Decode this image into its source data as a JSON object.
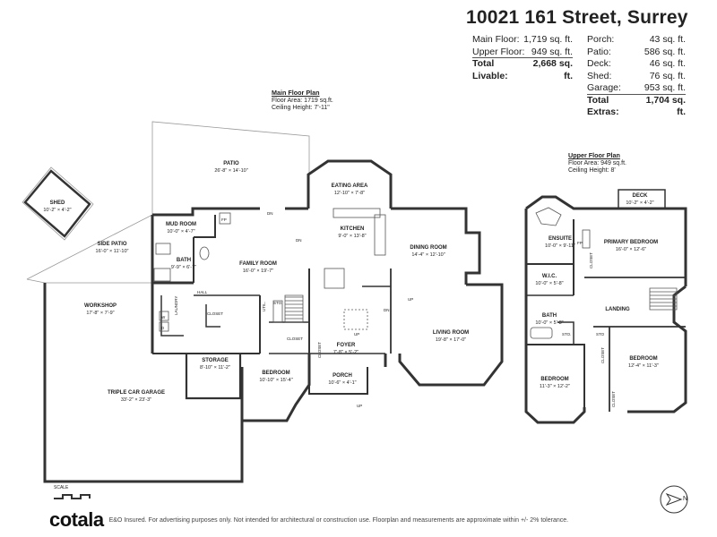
{
  "header": {
    "address": "10021 161 Street, Surrey",
    "floors": [
      {
        "label": "Main Floor:",
        "value": "1,719 sq. ft."
      },
      {
        "label": "Upper Floor:",
        "value": "949 sq. ft."
      }
    ],
    "total_livable": {
      "label": "Total Livable:",
      "value": "2,668 sq. ft."
    },
    "extras": [
      {
        "label": "Porch:",
        "value": "43 sq. ft."
      },
      {
        "label": "Patio:",
        "value": "586 sq. ft."
      },
      {
        "label": "Deck:",
        "value": "46 sq. ft."
      },
      {
        "label": "Shed:",
        "value": "76 sq. ft."
      },
      {
        "label": "Garage:",
        "value": "953 sq. ft."
      }
    ],
    "total_extras": {
      "label": "Total Extras:",
      "value": "1,704 sq. ft."
    }
  },
  "main_floor": {
    "heading": "Main Floor Plan",
    "area": "Floor Area: 1719 sq.ft.",
    "ceiling": "Ceiling Height: 7'-11\""
  },
  "upper_floor": {
    "heading": "Upper Floor Plan",
    "area": "Floor Area: 949 sq.ft.",
    "ceiling": "Ceiling Height: 8'"
  },
  "rooms": {
    "shed": {
      "name": "SHED",
      "dim": "10'-2\" × 4'-2\""
    },
    "patio": {
      "name": "PATIO",
      "dim": "26'-8\" × 14'-10\""
    },
    "side_patio": {
      "name": "SIDE PATIO",
      "dim": "16'-0\" × 11'-10\""
    },
    "mud_room": {
      "name": "MUD ROOM",
      "dim": "10'-0\" × 4'-7\""
    },
    "bath_main": {
      "name": "BATH",
      "dim": "9'-9\" × 6'-7\""
    },
    "family_room": {
      "name": "FAMILY ROOM",
      "dim": "16'-0\" × 19'-7\""
    },
    "eating_area": {
      "name": "EATING AREA",
      "dim": "12'-10\" × 7'-8\""
    },
    "kitchen": {
      "name": "KITCHEN",
      "dim": "9'-0\" × 13'-8\""
    },
    "dining_room": {
      "name": "DINING ROOM",
      "dim": "14'-4\" × 12'-10\""
    },
    "living_room": {
      "name": "LIVING ROOM",
      "dim": "19'-8\" × 17'-0\""
    },
    "workshop": {
      "name": "WORKSHOP",
      "dim": "17'-8\" × 7'-9\""
    },
    "storage": {
      "name": "STORAGE",
      "dim": "8'-10\" × 11'-2\""
    },
    "garage": {
      "name": "TRIPLE CAR GARAGE",
      "dim": "33'-2\" × 23'-3\""
    },
    "bedroom_main": {
      "name": "BEDROOM",
      "dim": "10'-10\" × 15'-4\""
    },
    "foyer": {
      "name": "FOYER",
      "dim": "7'-8\" × 5'-2\""
    },
    "porch": {
      "name": "PORCH",
      "dim": "10'-6\" × 4'-1\""
    },
    "deck": {
      "name": "DECK",
      "dim": "10'-2\" × 4'-2\""
    },
    "ensuite": {
      "name": "ENSUITE",
      "dim": "10'-0\" × 9'-11\""
    },
    "primary_bedroom": {
      "name": "PRIMARY BEDROOM",
      "dim": "16'-0\" × 12'-6\""
    },
    "wic": {
      "name": "W.I.C.",
      "dim": "10'-0\" × 5'-8\""
    },
    "landing": {
      "name": "LANDING",
      "dim": ""
    },
    "bath_upper": {
      "name": "BATH",
      "dim": "10'-0\" × 5'-8\""
    },
    "bedroom_upper_1": {
      "name": "BEDROOM",
      "dim": "11'-3\" × 12'-2\""
    },
    "bedroom_upper_2": {
      "name": "BEDROOM",
      "dim": "12'-4\" × 11'-3\""
    }
  },
  "small_labels": {
    "hall": "HALL",
    "laundry": "LAUNDRY",
    "closet": "CLOSET",
    "util": "UTIL.",
    "sto": "STO.",
    "sto2": "STO",
    "fp": "FP",
    "dn": "DN",
    "up": "UP",
    "w": "W",
    "d": "D"
  },
  "footer": {
    "logo": "cotala",
    "disclaimer": "E&O Insured. For advertising purposes only. Not intended for architectural or construction use. Floorplan and measurements are approximate within +/- 2% tolerance.",
    "scale": "SCALE",
    "north": "N"
  }
}
